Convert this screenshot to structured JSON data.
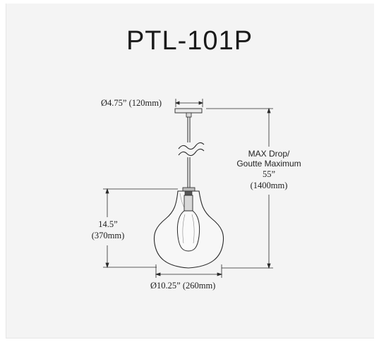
{
  "title": "PTL-101P",
  "dimensions": {
    "canopy_diameter": "Ø4.75” (120mm)",
    "max_drop_en": "MAX Drop/",
    "max_drop_fr": "Goutte Maximum",
    "max_drop_in": "55”",
    "max_drop_mm": "(1400mm)",
    "shade_height_in": "14.5”",
    "shade_height_mm": "(370mm)",
    "shade_diameter": "Ø10.25” (260mm)"
  },
  "colors": {
    "line": "#2a2a2a",
    "sheet": "#f4f4f4"
  }
}
